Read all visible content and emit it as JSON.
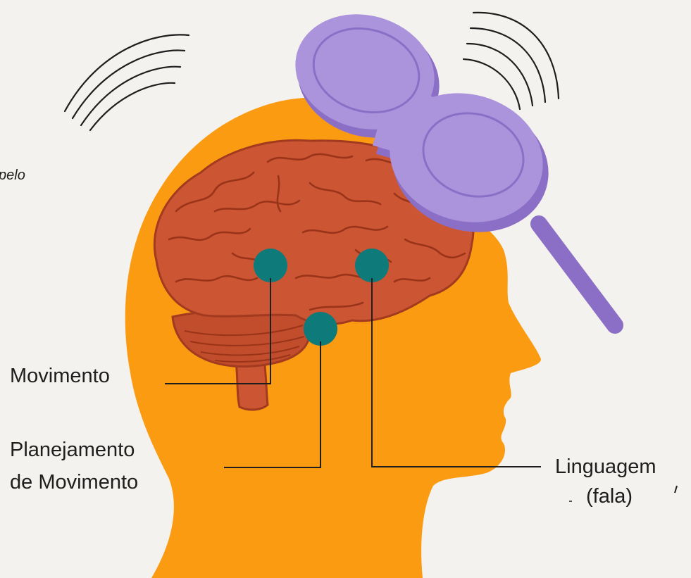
{
  "fragment_text": "pelo",
  "labels": {
    "movimento": "Movimento",
    "planejamento_line1": "Planejamento",
    "planejamento_line2": "de Movimento",
    "linguagem_line1": "Linguagem",
    "linguagem_line2": "(fala)"
  },
  "colors": {
    "background": "#f4f2ee",
    "head": "#fb9b12",
    "brain": "#cc5533",
    "brain_outline": "#a23a1f",
    "marker": "#0f7a7a",
    "magnifier": "#ab94dc",
    "magnifier_edge": "#8b6fc6",
    "line": "#1e1e1e"
  },
  "icons": [
    "magnifying-glass-icon",
    "brain-icon",
    "head-silhouette-icon"
  ]
}
